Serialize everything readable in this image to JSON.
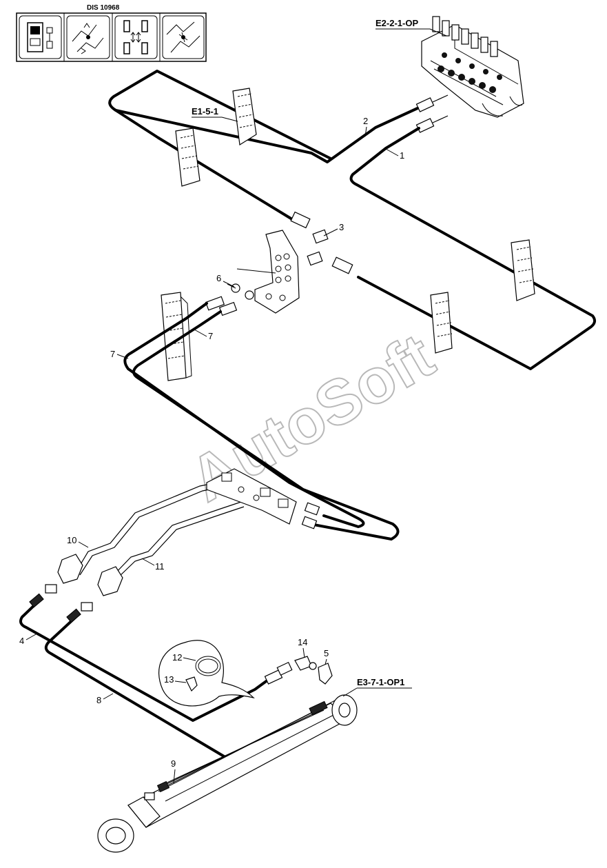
{
  "header": {
    "dis_code": "DIS 10968",
    "icons": [
      "machine-panel-icon",
      "boom-movement-icon",
      "cylinder-arrows-icon",
      "arm-movement-icon"
    ]
  },
  "references": {
    "valve_block": "E2-2-1-OP",
    "bracket": "E1-5-1",
    "cylinder": "E3-7-1-OP1"
  },
  "callouts": {
    "c1": "1",
    "c2": "2",
    "c3": "3",
    "c4": "4",
    "c5": "5",
    "c6": "6",
    "c7a": "7",
    "c7b": "7",
    "c8": "8",
    "c9": "9",
    "c10": "10",
    "c11": "11",
    "c12": "12",
    "c13": "13",
    "c14": "14"
  },
  "watermark": "AutoSoft"
}
